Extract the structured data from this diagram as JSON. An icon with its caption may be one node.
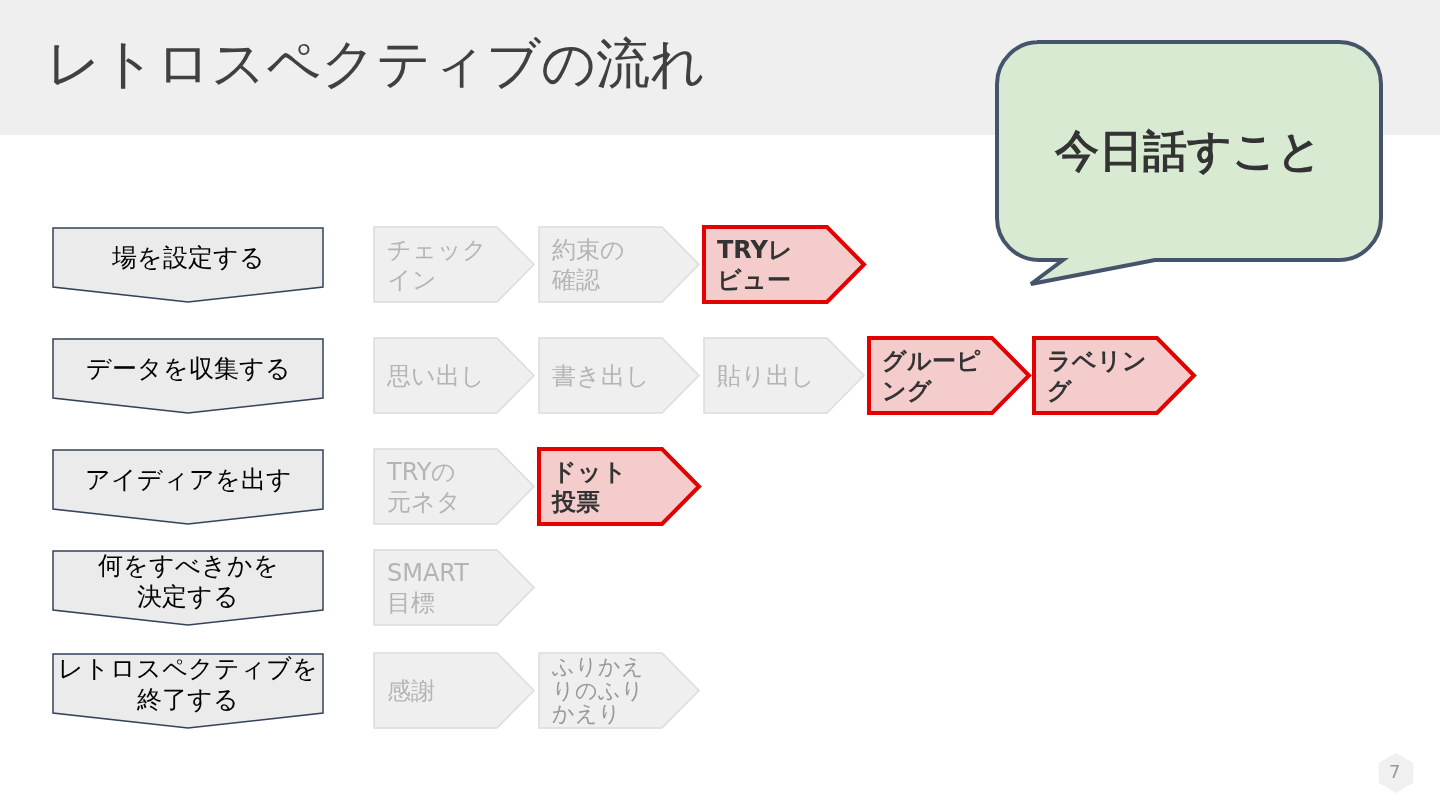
{
  "diagram": {
    "title": "レトロスペクティブの流れ",
    "nodes": [
      {
        "text": [
          "今日話すこと"
        ]
      },
      {
        "text": [
          "場を設定する"
        ]
      },
      {
        "text": [
          "チェックイン"
        ]
      },
      {
        "text": [
          "約束の確認"
        ]
      },
      {
        "text": [
          "TRYレビュー"
        ]
      },
      {
        "text": [
          "データを収集する"
        ]
      },
      {
        "text": [
          "思い出し"
        ]
      },
      {
        "text": [
          "書き出し"
        ]
      },
      {
        "text": [
          "貼り出し"
        ]
      },
      {
        "text": [
          "グルーピング"
        ]
      },
      {
        "text": [
          "ラベリング"
        ]
      },
      {
        "text": [
          "アイディアを出す"
        ]
      },
      {
        "text": [
          "TRYの元ネタ"
        ]
      },
      {
        "text": [
          "ドット投票"
        ]
      },
      {
        "text": [
          "何をすべきかを決定する"
        ]
      },
      {
        "text": [
          "SMART目標"
        ]
      },
      {
        "text": [
          "レトロスペクティブを終了する"
        ]
      },
      {
        "text": [
          "感謝"
        ]
      },
      {
        "text": [
          "ふりかえりのふりかえり"
        ]
      }
    ],
    "labels": [
      "7"
    ]
  }
}
